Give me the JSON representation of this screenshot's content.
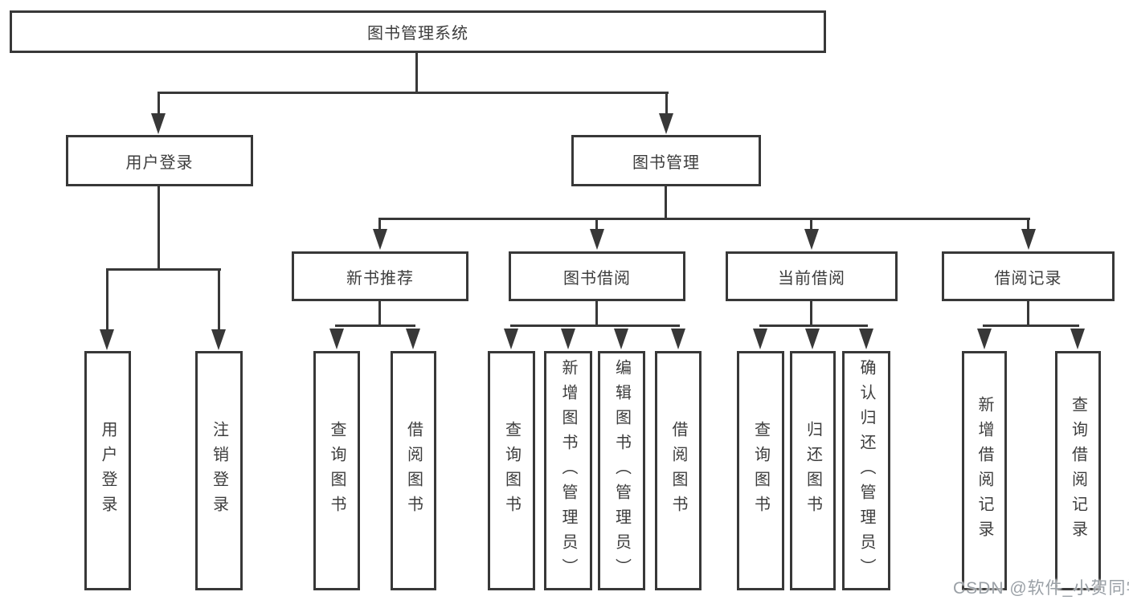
{
  "tree": {
    "label": "图书管理系统",
    "children": [
      {
        "label": "用户登录",
        "children": [
          {
            "label": "用户登录"
          },
          {
            "label": "注销登录"
          }
        ]
      },
      {
        "label": "图书管理",
        "children": [
          {
            "label": "新书推荐",
            "children": [
              {
                "label": "查询图书"
              },
              {
                "label": "借阅图书"
              }
            ]
          },
          {
            "label": "图书借阅",
            "children": [
              {
                "label": "查询图书"
              },
              {
                "label": "新增图书（管理员）"
              },
              {
                "label": "编辑图书（管理员）"
              },
              {
                "label": "借阅图书"
              }
            ]
          },
          {
            "label": "当前借阅",
            "children": [
              {
                "label": "查询图书"
              },
              {
                "label": "归还图书"
              },
              {
                "label": "确认归还（管理员）"
              }
            ]
          },
          {
            "label": "借阅记录",
            "children": [
              {
                "label": "新增借阅记录"
              },
              {
                "label": "查询借阅记录"
              }
            ]
          }
        ]
      }
    ]
  },
  "watermark": "CSDN @软件_小贺同学",
  "colors": {
    "line": "#383838",
    "text": "#3d3d3d",
    "watermark": "#9aa0a6",
    "background": "#ffffff"
  }
}
